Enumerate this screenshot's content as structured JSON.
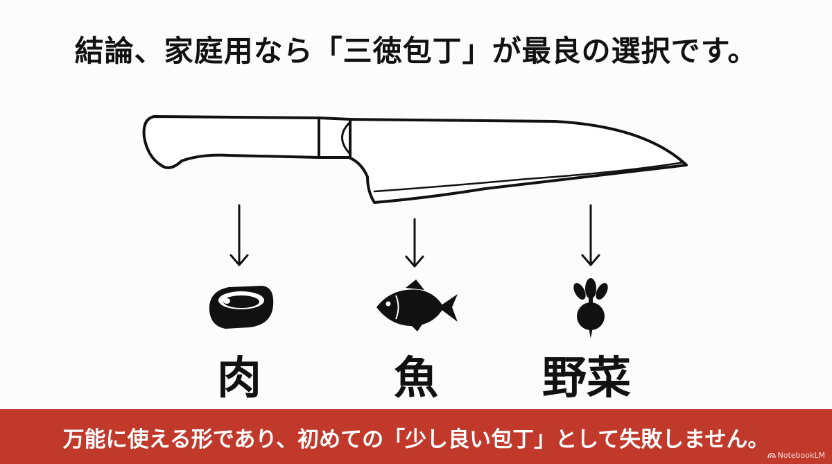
{
  "headline": "結論、家庭用なら「三徳包丁」が最良の選択です。",
  "colors": {
    "accent_bar": "#c0392b",
    "ink": "#111111",
    "background": "#fcfcfc"
  },
  "categories": [
    {
      "label": "肉",
      "icon": "meat-icon"
    },
    {
      "label": "魚",
      "icon": "fish-icon"
    },
    {
      "label": "野菜",
      "icon": "vegetable-icon"
    }
  ],
  "footer_text": "万能に使える形であり、初めての「少し良い包丁」として失敗しません。",
  "brand": "NotebookLM"
}
